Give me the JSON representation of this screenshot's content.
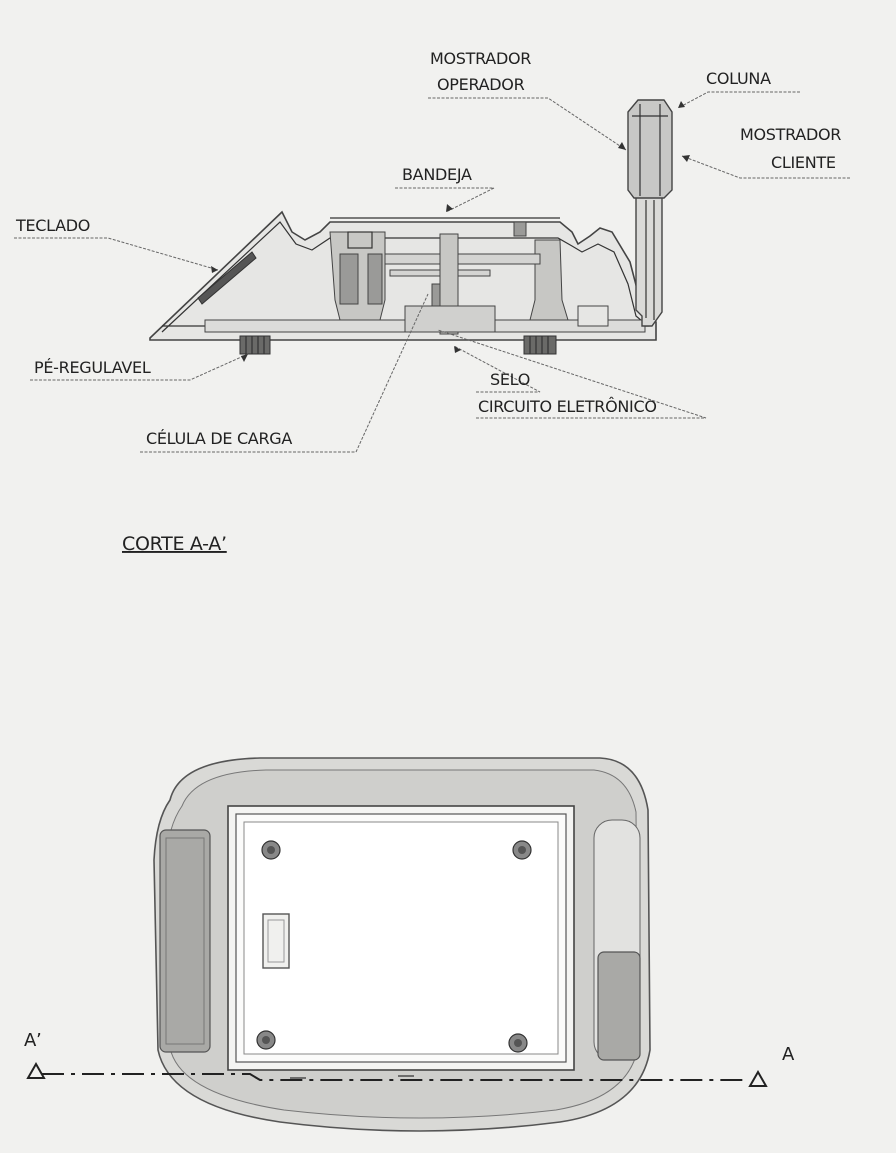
{
  "labels": {
    "mostrador_operador_1": "MOSTRADOR",
    "mostrador_operador_2": "OPERADOR",
    "coluna": "COLUNA",
    "mostrador_cliente_1": "MOSTRADOR",
    "mostrador_cliente_2": "CLIENTE",
    "bandeja": "BANDEJA",
    "teclado": "TECLADO",
    "pe_regulavel": "PÉ-REGULAVEL",
    "selo": "SELO",
    "circuito": "CIRCUITO ELETRÔNICO",
    "celula": "CÉLULA DE CARGA",
    "corte": "CORTE  A-A’",
    "a_prime": "A’",
    "a": "A"
  }
}
